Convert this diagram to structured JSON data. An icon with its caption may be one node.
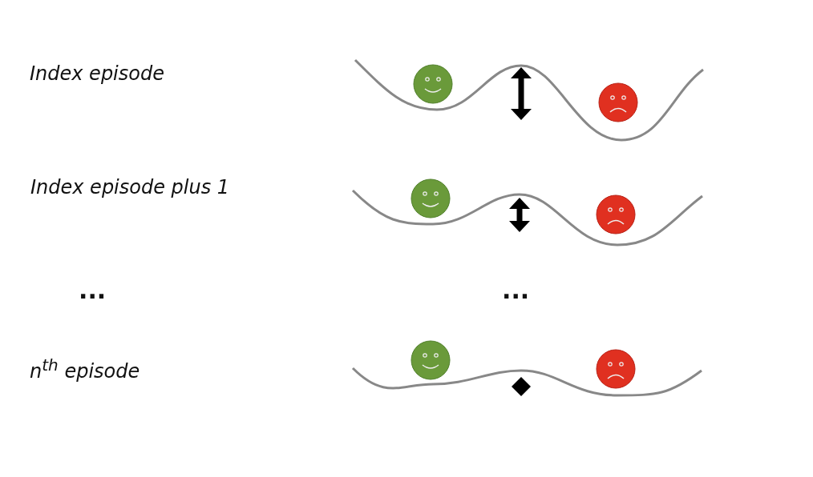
{
  "diagram": {
    "labels": [
      "Index episode",
      "Index episode plus 1",
      "...",
      "...",
      "n$^{th}$ episode"
    ]
  }
}
